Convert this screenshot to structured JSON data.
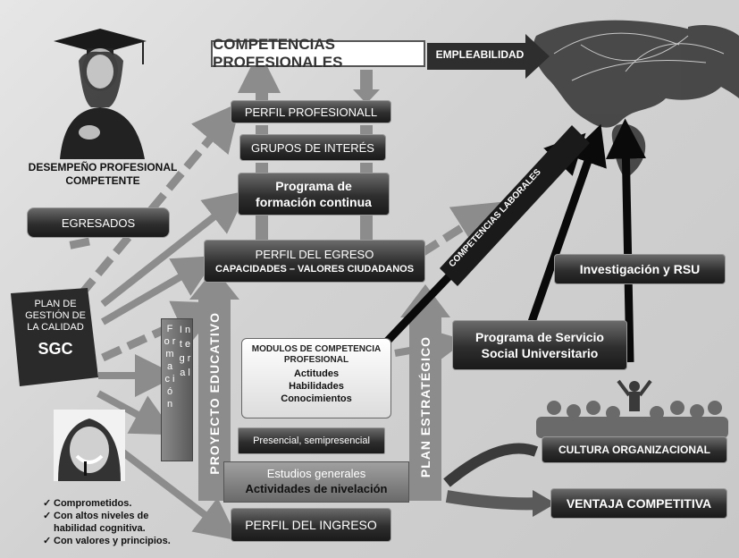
{
  "nodes": {
    "competencias_profesionales": "COMPETENCIAS PROFESIONALES",
    "empleabilidad": "EMPLEABILIDAD",
    "perfil_profesional": "PERFIL PROFESIONALL",
    "grupos_interes": "GRUPOS DE INTERÉS",
    "programa_formacion": "Programa de formación continua",
    "perfil_egreso_title": "PERFIL DEL EGRESO",
    "perfil_egreso_sub": "CAPACIDADES – VALORES CIUDADANOS",
    "desempeno": "DESEMPEÑO PROFESIONAL COMPETENTE",
    "egresados": "EGRESADOS",
    "plan_gestion": "PLAN DE GESTIÓN DE LA CALIDAD",
    "sgc": "SGC",
    "formacion_letters": "F o r m a c i ó n",
    "integral_letters": "I n t e g r a l",
    "proyecto_educativo": "PROYECTO EDUCATIVO",
    "modulos_title": "MODULOS DE COMPETENCIA PROFESIONAL",
    "actitudes": "Actitudes",
    "habilidades": "Habilidades",
    "conocimientos": "Conocimientos",
    "presencial": "Presencial, semipresencial",
    "estudios_generales": "Estudios generales",
    "actividades_nivelacion": "Actividades  de nivelación",
    "perfil_ingreso": "PERFIL DEL INGRESO",
    "plan_estrategico": "PLAN  ESTRATÉGICO",
    "competencias_laborales": "COMPETENCIAS  LABORALES",
    "investigacion_rsu": "Investigación y RSU",
    "programa_servicio": "Programa de Servicio Social Universitario",
    "cultura_organizacional": "CULTURA ORGANIZACIONAL",
    "ventaja_competitiva": "VENTAJA COMPETITIVA"
  },
  "checklist": [
    "Comprometidos.",
    "Con altos niveles de habilidad cognitiva.",
    "Con valores y principios."
  ],
  "check_glyph": "✓",
  "colors": {
    "arrow_gray": "#8c8c8c",
    "dark_box": "#2e2e2e",
    "black_arrow": "#0a0a0a"
  }
}
